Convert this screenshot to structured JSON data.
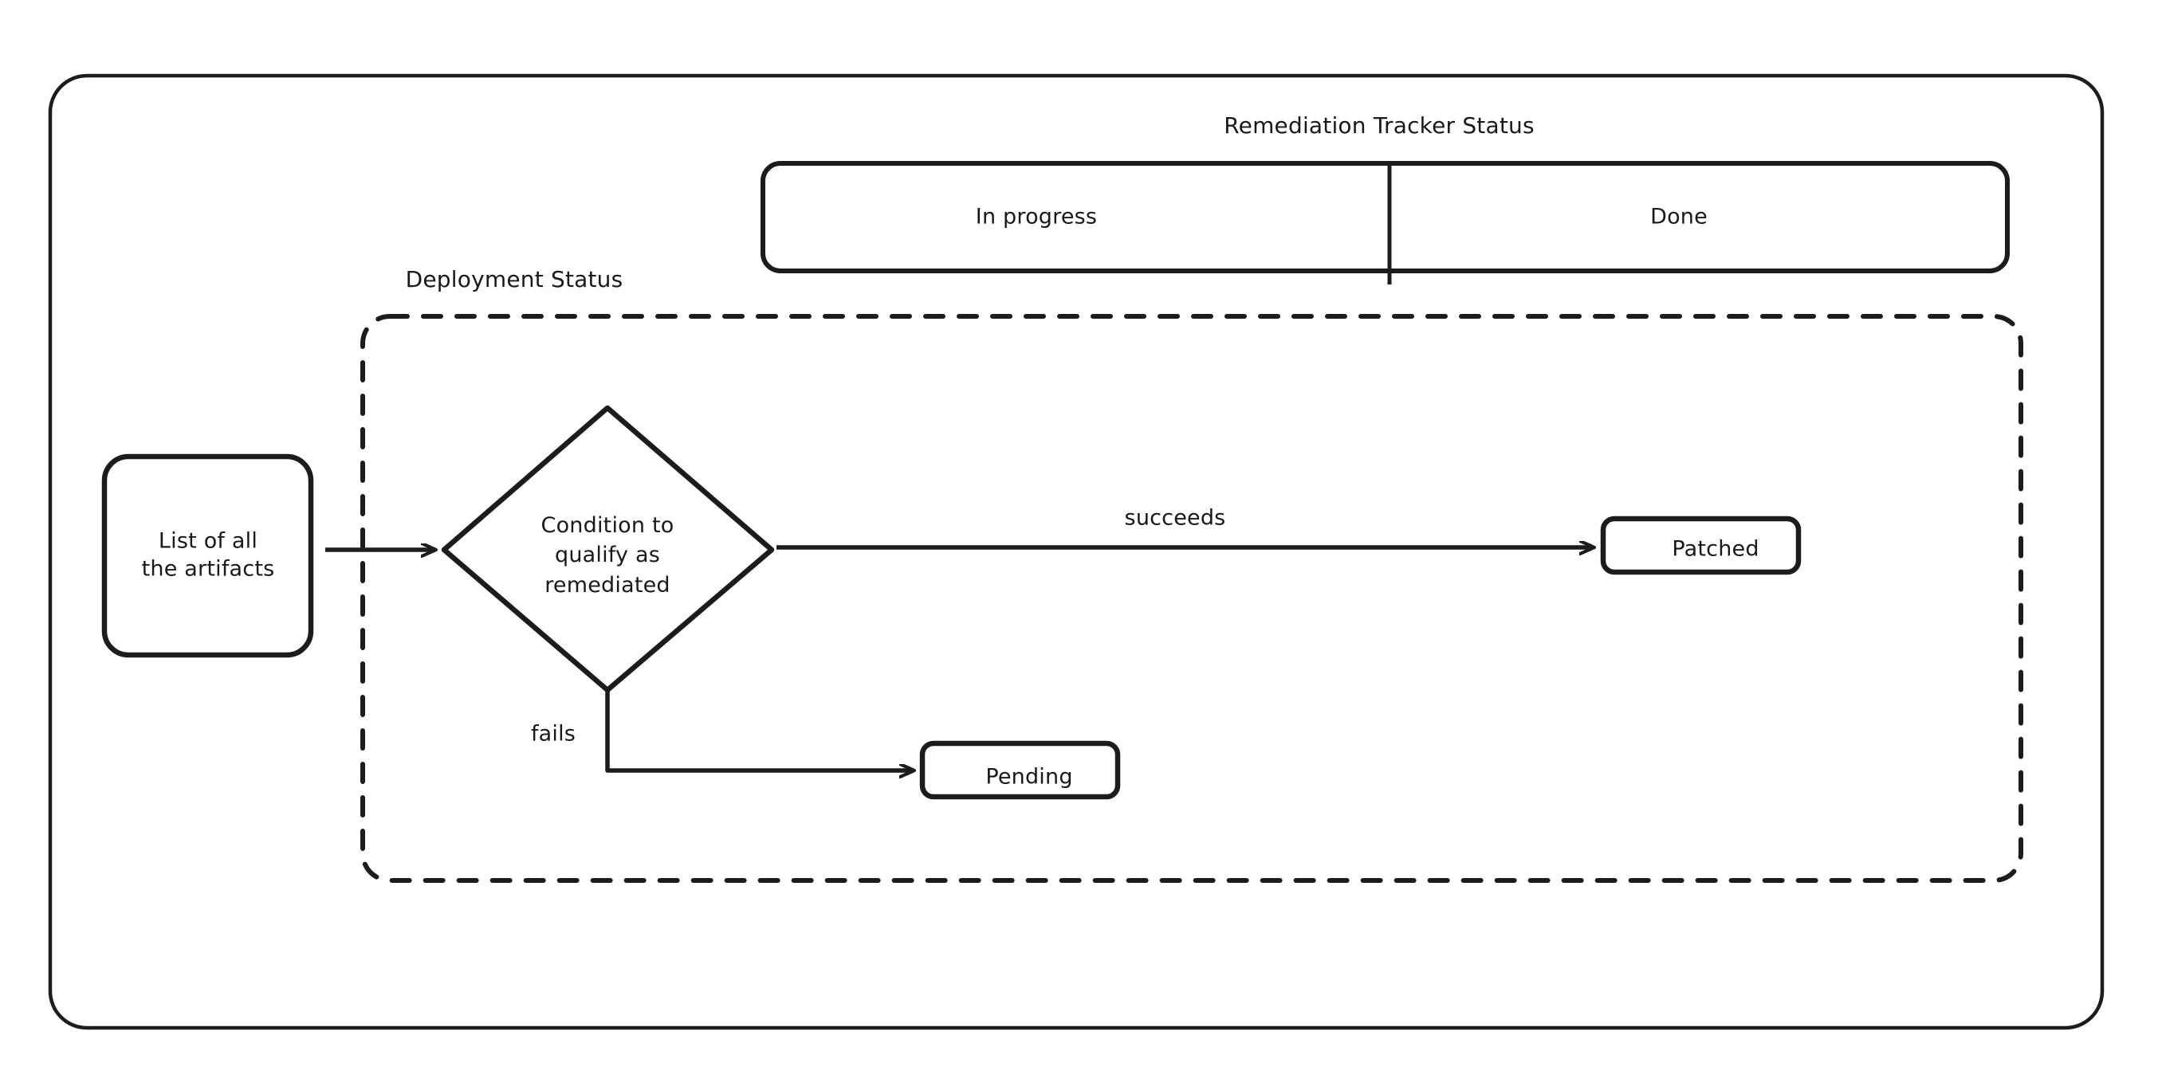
{
  "diagram": {
    "title_remediation": "Remediation Tracker Status",
    "title_deployment": "Deployment Status",
    "swimlane": {
      "lanes": [
        {
          "label": "In progress"
        },
        {
          "label": "Done"
        }
      ]
    },
    "nodes": [
      {
        "id": "artifacts",
        "label": "List of all\nthe artifacts",
        "shape": "rounded-rect"
      },
      {
        "id": "condition",
        "label": "Condition to\nqualify as\nremediated",
        "shape": "diamond"
      },
      {
        "id": "patched",
        "label": "Patched",
        "shape": "rounded-rect"
      },
      {
        "id": "pending",
        "label": "Pending",
        "shape": "rounded-rect"
      }
    ],
    "edges": [
      {
        "from": "artifacts",
        "to": "condition",
        "label": ""
      },
      {
        "from": "condition",
        "to": "patched",
        "label": "succeeds"
      },
      {
        "from": "condition",
        "to": "pending",
        "label": "fails"
      }
    ],
    "colors": {
      "stroke": "#1b1c1e",
      "background": "#ffffff",
      "text": "#17191c"
    }
  }
}
